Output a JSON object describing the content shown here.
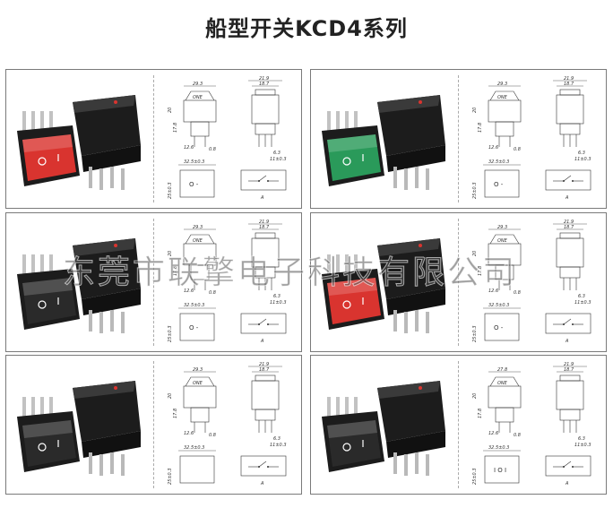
{
  "page": {
    "title": "船型开关KCD4系列",
    "watermark": "东莞市联擎电子科技有限公司"
  },
  "colors": {
    "red_rocker": "#d9342f",
    "green_rocker": "#2a9a5a",
    "black_body": "#1c1c1c",
    "frame_border": "#7a7a7a"
  },
  "panels": [
    {
      "rocker": "red",
      "dims": {
        "w1": "29.3",
        "w2": "21.9",
        "w3": "18.7",
        "h1": "20",
        "h2": "17.8",
        "h3": "12.6",
        "t1": "0.8",
        "t2": "6.3",
        "t3": "11±0.3",
        "cut_w": "32.5±0.3",
        "cut_h": "25±0.3"
      },
      "switch_symbol": "O -",
      "label_small": "A",
      "legend": "ONE"
    },
    {
      "rocker": "green",
      "dims": {
        "w1": "29.3",
        "w2": "21.9",
        "w3": "18.7",
        "h1": "20",
        "h2": "17.8",
        "h3": "12.6",
        "t1": "0.8",
        "t2": "6.3",
        "t3": "11±0.3",
        "cut_w": "32.5±0.3",
        "cut_h": "25±0.3"
      },
      "switch_symbol": "O -",
      "label_small": "A",
      "legend": "ONE"
    },
    {
      "rocker": "black",
      "dims": {
        "w1": "29.3",
        "w2": "21.9",
        "w3": "18.7",
        "h1": "20",
        "h2": "17.8",
        "h3": "12.6",
        "t1": "0.8",
        "t2": "6.3",
        "t3": "11±0.3",
        "cut_w": "32.5±0.3",
        "cut_h": "25±0.3"
      },
      "switch_symbol": "O -",
      "label_small": "A",
      "legend": "ONE"
    },
    {
      "rocker": "red",
      "dims": {
        "w1": "29.3",
        "w2": "21.9",
        "w3": "18.7",
        "h1": "20",
        "h2": "17.8",
        "h3": "12.6",
        "t1": "0.8",
        "t2": "6.3",
        "t3": "11±0.3",
        "cut_w": "32.5±0.3",
        "cut_h": "25±0.3"
      },
      "switch_symbol": "O -",
      "label_small": "A",
      "legend": "ONE"
    },
    {
      "rocker": "black",
      "dims": {
        "w1": "29.3",
        "w2": "21.9",
        "w3": "18.7",
        "h1": "20",
        "h2": "17.8",
        "h3": "12.6",
        "t1": "0.8",
        "t2": "6.3",
        "t3": "11±0.3",
        "cut_w": "32.5±0.3",
        "cut_h": "25±0.3"
      },
      "switch_symbol": "",
      "label_small": "A",
      "legend": "ONE"
    },
    {
      "rocker": "black",
      "dims": {
        "w1": "27.8",
        "w2": "21.9",
        "w3": "18.7",
        "h1": "20",
        "h2": "17.8",
        "h3": "12.6",
        "t1": "0.8",
        "t2": "6.3",
        "t3": "11±0.3",
        "cut_w": "32.5±0.3",
        "cut_h": "25±0.3"
      },
      "switch_symbol": "I O I",
      "label_small": "A",
      "legend": "ONE"
    }
  ]
}
